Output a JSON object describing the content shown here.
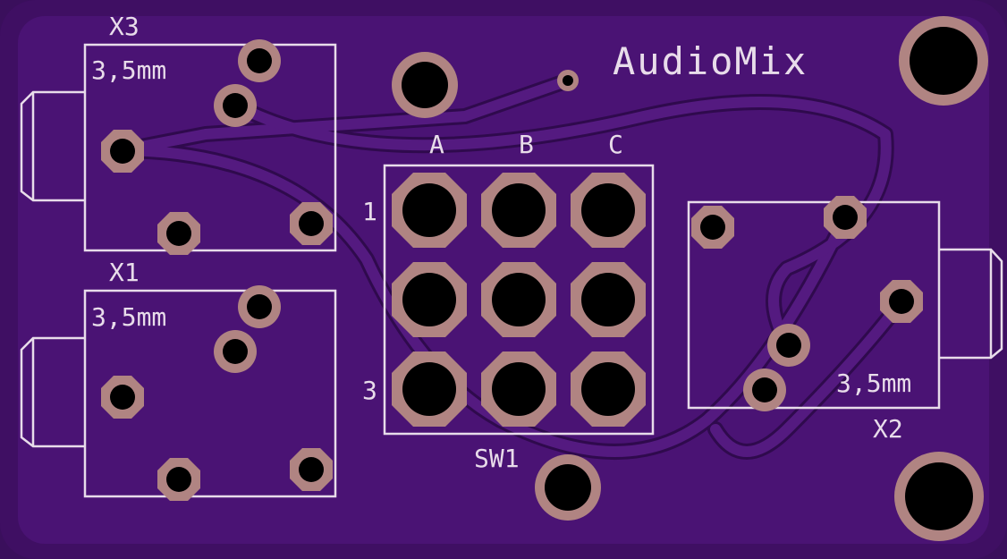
{
  "board": {
    "title": "AudioMix",
    "colors": {
      "board_edge": "#3f0f63",
      "board_fill": "#4a1374",
      "trace": "#541a80",
      "trace_outline": "#2f0a4d",
      "silkscreen": "#e8dcea",
      "copper": "#b08482",
      "hole": "#000000"
    }
  },
  "components": {
    "x3": {
      "ref": "X3",
      "label": "3,5mm"
    },
    "x1": {
      "ref": "X1",
      "label": "3,5mm"
    },
    "x2": {
      "ref": "X2",
      "label": "3,5mm"
    },
    "sw1": {
      "ref": "SW1",
      "columns": [
        "A",
        "B",
        "C"
      ],
      "rows": [
        "1",
        "3"
      ]
    }
  }
}
